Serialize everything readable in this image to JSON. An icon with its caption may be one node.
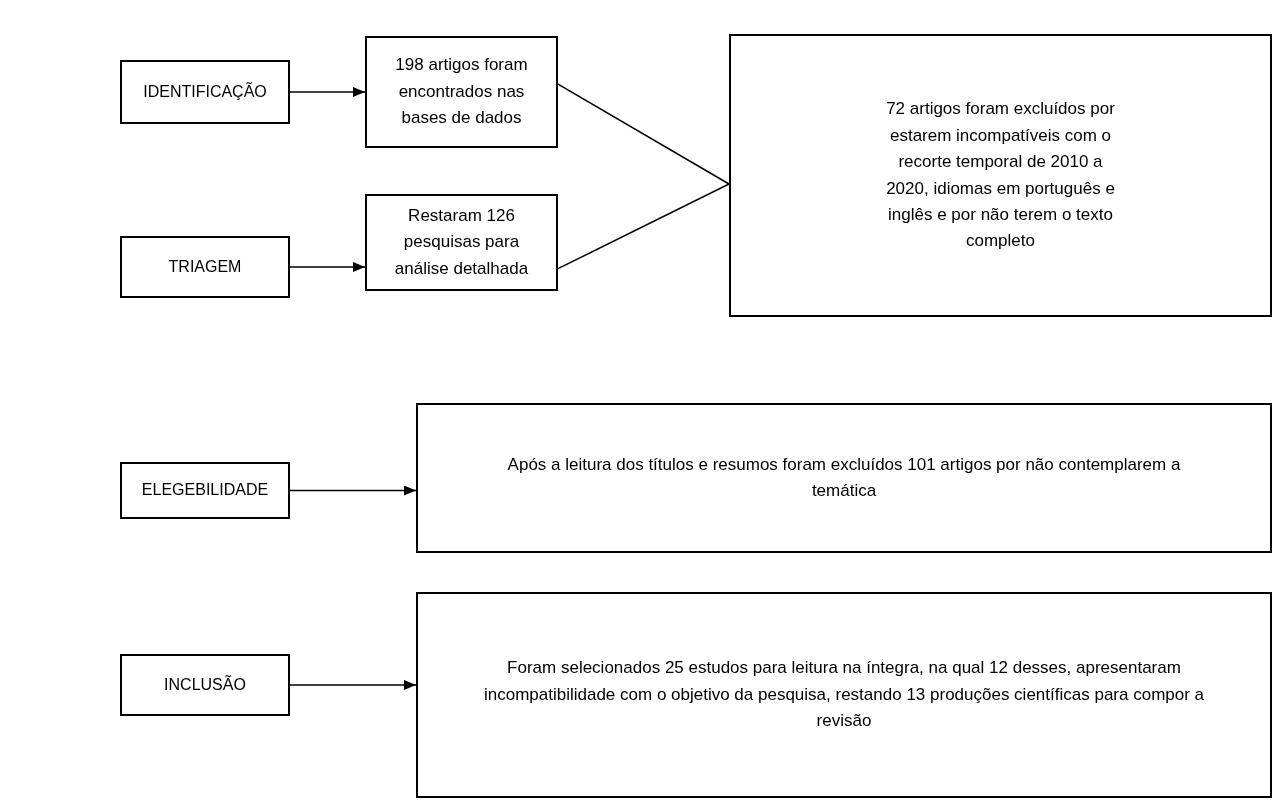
{
  "diagram": {
    "nodes": [
      {
        "text": [
          "IDENTIFICAÇÃO"
        ]
      },
      {
        "text": [
          "198 artigos foram encontrados nas bases de dados"
        ]
      },
      {
        "text": [
          "72 artigos foram excluídos por estarem incompatíveis com o recorte temporal de 2010 a 2020, idiomas em português e inglês e por não terem o texto completo"
        ]
      },
      {
        "text": [
          "TRIAGEM"
        ]
      },
      {
        "text": [
          "Restaram 126 pesquisas para análise detalhada"
        ]
      },
      {
        "text": [
          "ELEGEBILIDADE"
        ]
      },
      {
        "text": [
          "Após a leitura dos títulos e resumos foram excluídos 101 artigos por não contemplarem a temática"
        ]
      },
      {
        "text": [
          "INCLUSÃO"
        ]
      },
      {
        "text": [
          "Foram selecionados 25 estudos para leitura na íntegra, na qual 12 desses, apresentaram incompatibilidade com o objetivo da pesquisa, restando 13 produções científicas para compor a revisão"
        ]
      }
    ],
    "edges": [
      {
        "from": 0,
        "to": 1,
        "arrow": "to"
      },
      {
        "from": 1,
        "to": 2,
        "arrow": "none"
      },
      {
        "from": 3,
        "to": 4,
        "arrow": "to"
      },
      {
        "from": 4,
        "to": 2,
        "arrow": "none"
      },
      {
        "from": 5,
        "to": 6,
        "arrow": "to"
      },
      {
        "from": 7,
        "to": 8,
        "arrow": "to"
      }
    ]
  }
}
